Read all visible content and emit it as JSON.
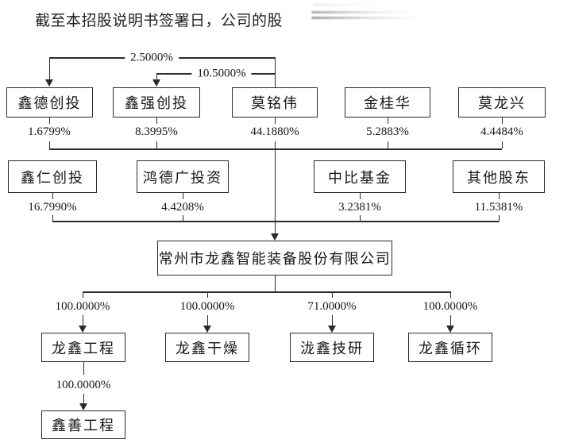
{
  "intro": {
    "text": "截至本招股说明书签署日，公司的股"
  },
  "colors": {
    "line": "#2b2b2b",
    "text": "#161616",
    "background": "#ffffff"
  },
  "structure_chart": {
    "type": "ownership-structure-diagram",
    "cross_holdings": [
      {
        "from": "莫铭伟",
        "to": "鑫德创投",
        "pct": "2.5000%"
      },
      {
        "from": "莫铭伟",
        "to": "鑫强创投",
        "pct": "10.5000%"
      }
    ],
    "shareholders_row1": [
      {
        "name": "鑫德创投",
        "pct": "1.6799%"
      },
      {
        "name": "鑫强创投",
        "pct": "8.3995%"
      },
      {
        "name": "莫铭伟",
        "pct": "44.1880%"
      },
      {
        "name": "金桂华",
        "pct": "5.2883%"
      },
      {
        "name": "莫龙兴",
        "pct": "4.4484%"
      }
    ],
    "shareholders_row2": [
      {
        "name": "鑫仁创投",
        "pct": "16.7990%"
      },
      {
        "name": "鸿德广投资",
        "pct": "4.4208%"
      },
      {
        "name": "中比基金",
        "pct": "3.2381%"
      },
      {
        "name": "其他股东",
        "pct": "11.5381%"
      }
    ],
    "company": {
      "name": "常州市龙鑫智能装备股份有限公司"
    },
    "subsidiaries": [
      {
        "name": "龙鑫工程",
        "pct": "100.0000%"
      },
      {
        "name": "龙鑫干燥",
        "pct": "100.0000%"
      },
      {
        "name": "泷鑫技研",
        "pct": "71.0000%"
      },
      {
        "name": "龙鑫循环",
        "pct": "100.0000%"
      }
    ],
    "grandchild": {
      "name": "鑫善工程",
      "pct": "100.0000%",
      "parent": "龙鑫工程"
    }
  }
}
